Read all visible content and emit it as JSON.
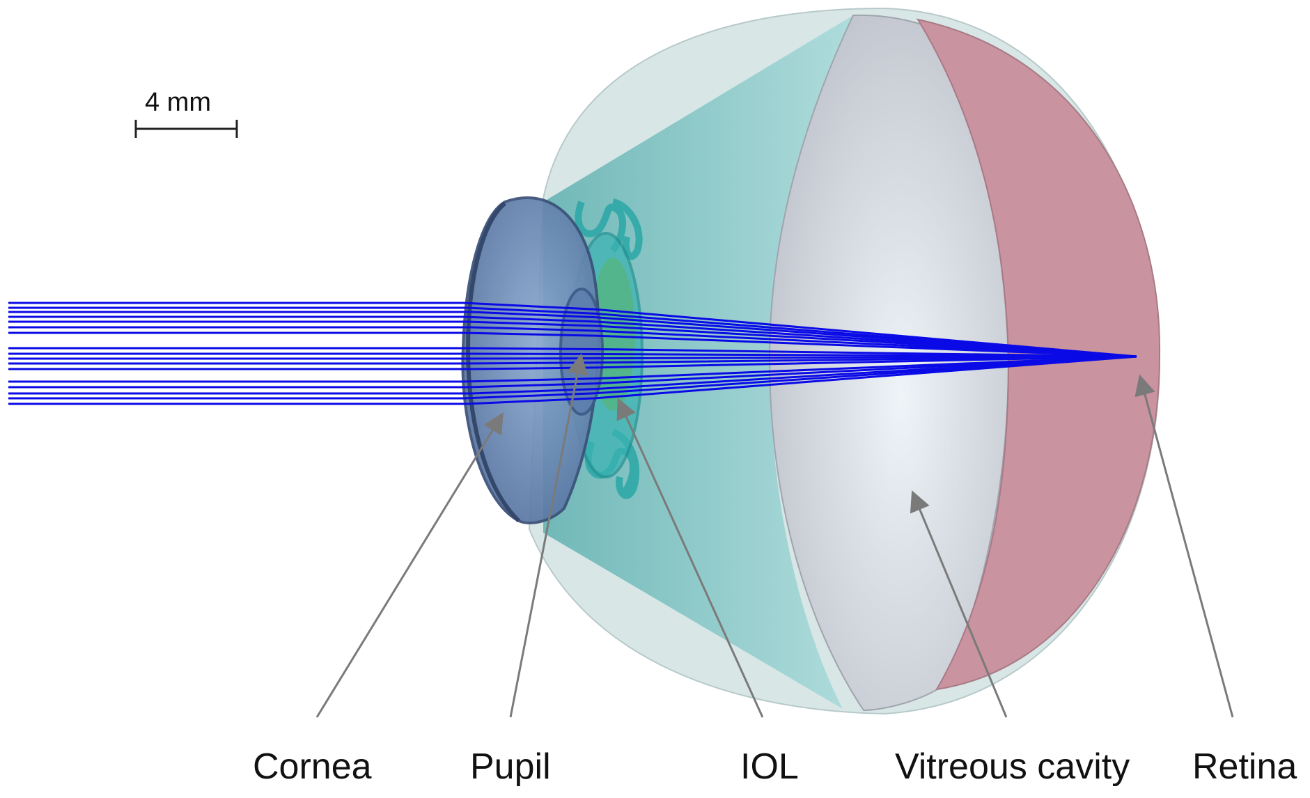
{
  "scale_bar": {
    "label": "4 mm"
  },
  "labels": {
    "cornea": "Cornea",
    "pupil": "Pupil",
    "iol": "IOL",
    "vitreous": "Vitreous cavity",
    "retina": "Retina"
  },
  "colors": {
    "rays": "#0a0ae6",
    "cornea": "#5878a8",
    "iol": "#3bb3b3",
    "vitreous": "#c5c8d0",
    "retina": "#c9939f",
    "anterior_chamber": "#7cc4c4",
    "globe": "#d4e4e4",
    "arrow": "#808080"
  }
}
